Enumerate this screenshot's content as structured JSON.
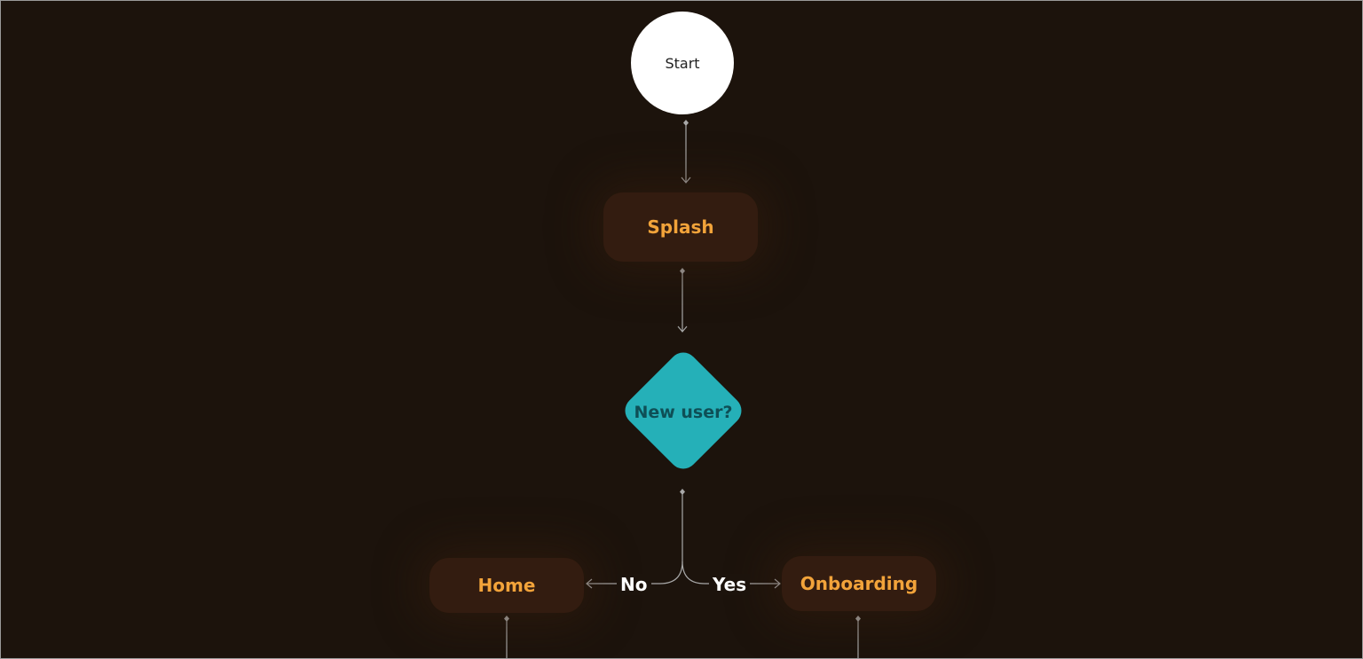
{
  "nodes": {
    "start": "Start",
    "splash": "Splash",
    "decision": "New user?",
    "home": "Home",
    "onboarding": "Onboarding"
  },
  "edges": {
    "no": "No",
    "yes": "Yes"
  },
  "colors": {
    "background": "#1c130c",
    "process_fill": "#331c10",
    "process_text": "#f2a33a",
    "decision_fill": "#25b0b8",
    "decision_text": "#0e4f56",
    "connector": "#a8a8a8"
  }
}
